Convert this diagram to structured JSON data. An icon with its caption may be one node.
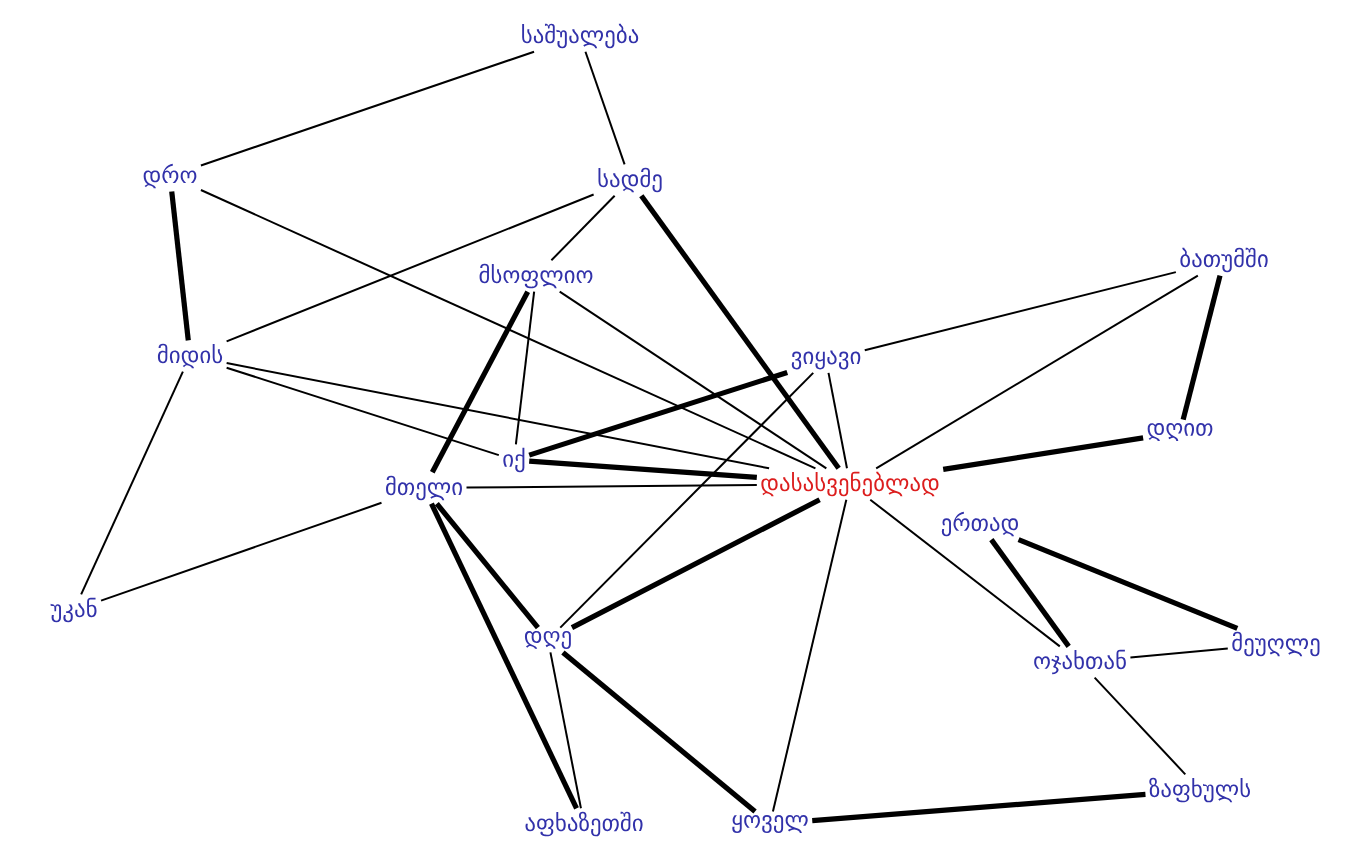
{
  "diagram": {
    "nodes": [
      {
        "text": [
          "საშუალება"
        ]
      },
      {
        "text": [
          "დრო"
        ]
      },
      {
        "text": [
          "სადმე"
        ]
      },
      {
        "text": [
          "მსოფლიო"
        ]
      },
      {
        "text": [
          "მიდის"
        ]
      },
      {
        "text": [
          "ვიყავი"
        ]
      },
      {
        "text": [
          "ბათუმში"
        ]
      },
      {
        "text": [
          "დღით"
        ]
      },
      {
        "text": [
          "იქ"
        ]
      },
      {
        "text": [
          "მთელი"
        ]
      },
      {
        "text": [
          "დასასვენებლად"
        ]
      },
      {
        "text": [
          "ერთად"
        ]
      },
      {
        "text": [
          "უკან"
        ]
      },
      {
        "text": [
          "დღე"
        ]
      },
      {
        "text": [
          "ოჯახთან"
        ]
      },
      {
        "text": [
          "მეუღლე"
        ]
      },
      {
        "text": [
          "ზაფხულს"
        ]
      },
      {
        "text": [
          "აფხაზეთში"
        ]
      },
      {
        "text": [
          "ყოველ"
        ]
      }
    ],
    "edges": [
      {
        "from": 0,
        "to": 1,
        "arrow": "none"
      },
      {
        "from": 0,
        "to": 2,
        "arrow": "none"
      },
      {
        "from": 1,
        "to": 4,
        "arrow": "none",
        "style": "thick"
      },
      {
        "from": 2,
        "to": 4,
        "arrow": "none"
      },
      {
        "from": 2,
        "to": 3,
        "arrow": "none"
      },
      {
        "from": 1,
        "to": 10,
        "arrow": "none"
      },
      {
        "from": 2,
        "to": 10,
        "arrow": "none",
        "style": "thick"
      },
      {
        "from": 3,
        "to": 9,
        "arrow": "none",
        "style": "thick"
      },
      {
        "from": 3,
        "to": 10,
        "arrow": "none"
      },
      {
        "from": 3,
        "to": 8,
        "arrow": "none"
      },
      {
        "from": 4,
        "to": 12,
        "arrow": "none"
      },
      {
        "from": 4,
        "to": 8,
        "arrow": "none"
      },
      {
        "from": 4,
        "to": 10,
        "arrow": "none"
      },
      {
        "from": 8,
        "to": 10,
        "arrow": "none",
        "style": "thick"
      },
      {
        "from": 8,
        "to": 5,
        "arrow": "none",
        "style": "thick"
      },
      {
        "from": 9,
        "to": 12,
        "arrow": "none"
      },
      {
        "from": 9,
        "to": 10,
        "arrow": "none"
      },
      {
        "from": 9,
        "to": 13,
        "arrow": "none",
        "style": "thick"
      },
      {
        "from": 9,
        "to": 17,
        "arrow": "none",
        "style": "thick"
      },
      {
        "from": 13,
        "to": 10,
        "arrow": "none",
        "style": "thick"
      },
      {
        "from": 13,
        "to": 5,
        "arrow": "none"
      },
      {
        "from": 13,
        "to": 18,
        "arrow": "none",
        "style": "thick"
      },
      {
        "from": 17,
        "to": 13,
        "arrow": "none"
      },
      {
        "from": 18,
        "to": 10,
        "arrow": "none"
      },
      {
        "from": 18,
        "to": 16,
        "arrow": "none",
        "style": "thick"
      },
      {
        "from": 5,
        "to": 6,
        "arrow": "none"
      },
      {
        "from": 6,
        "to": 7,
        "arrow": "none",
        "style": "thick"
      },
      {
        "from": 6,
        "to": 10,
        "arrow": "none"
      },
      {
        "from": 7,
        "to": 10,
        "arrow": "none",
        "style": "thick"
      },
      {
        "from": 5,
        "to": 10,
        "arrow": "none"
      },
      {
        "from": 10,
        "to": 14,
        "arrow": "none"
      },
      {
        "from": 11,
        "to": 14,
        "arrow": "none",
        "style": "thick"
      },
      {
        "from": 14,
        "to": 16,
        "arrow": "none"
      },
      {
        "from": 11,
        "to": 15,
        "arrow": "none",
        "style": "thick"
      },
      {
        "from": 14,
        "to": 15,
        "arrow": "none"
      }
    ]
  }
}
